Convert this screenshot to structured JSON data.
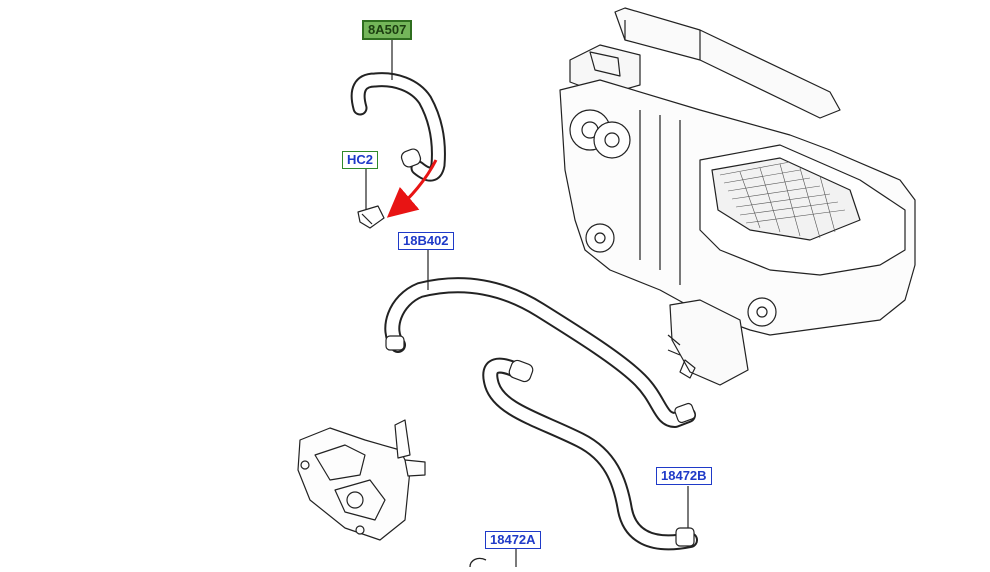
{
  "diagram": {
    "title": "Heater hose and valve assembly",
    "accent_color": "#e81414",
    "callouts": [
      {
        "id": "8a507",
        "label": "8A507",
        "style": "green"
      },
      {
        "id": "hc2",
        "label": "HC2",
        "style": "hc"
      },
      {
        "id": "18b402",
        "label": "18B402",
        "style": "blue"
      },
      {
        "id": "18472b",
        "label": "18472B",
        "style": "blue"
      },
      {
        "id": "18472a",
        "label": "18472A",
        "style": "blue"
      }
    ]
  }
}
